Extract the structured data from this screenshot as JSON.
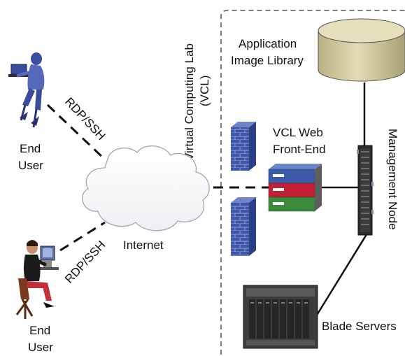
{
  "labels": {
    "application_image_library_line1": "Application",
    "application_image_library_line2": "Image Library",
    "vcl_title_line1": "Virtual Computing Lab",
    "vcl_title_line2": "(VCL)",
    "vcl_web_frontend_line1": "VCL Web",
    "vcl_web_frontend_line2": "Front-End",
    "management_node": "Management Node",
    "blade_servers": "Blade Servers",
    "internet": "Internet",
    "end_user_top_line1": "End",
    "end_user_top_line2": "User",
    "end_user_bottom_line1": "End",
    "end_user_bottom_line2": "User",
    "rdp_ssh_top": "RDP/SSH",
    "rdp_ssh_bottom": "RDP/SSH"
  },
  "colors": {
    "cylinder": "#d8d1a4",
    "cylinder_top": "#e4ddb8",
    "firewall": "#3f56a6",
    "server_blue": "#3b5aa8",
    "server_red": "#c22035",
    "server_green": "#3c8a3c",
    "dashed_border": "#555555"
  },
  "icons": {
    "top_user": "person-at-laptop-icon",
    "bottom_user": "person-at-desk-icon",
    "cloud": "cloud-icon",
    "database": "database-cylinder-icon",
    "firewall": "brick-firewall-icon",
    "web_server": "server-stack-icon",
    "management_rack": "rack-server-icon",
    "blade_chassis": "blade-chassis-icon"
  }
}
